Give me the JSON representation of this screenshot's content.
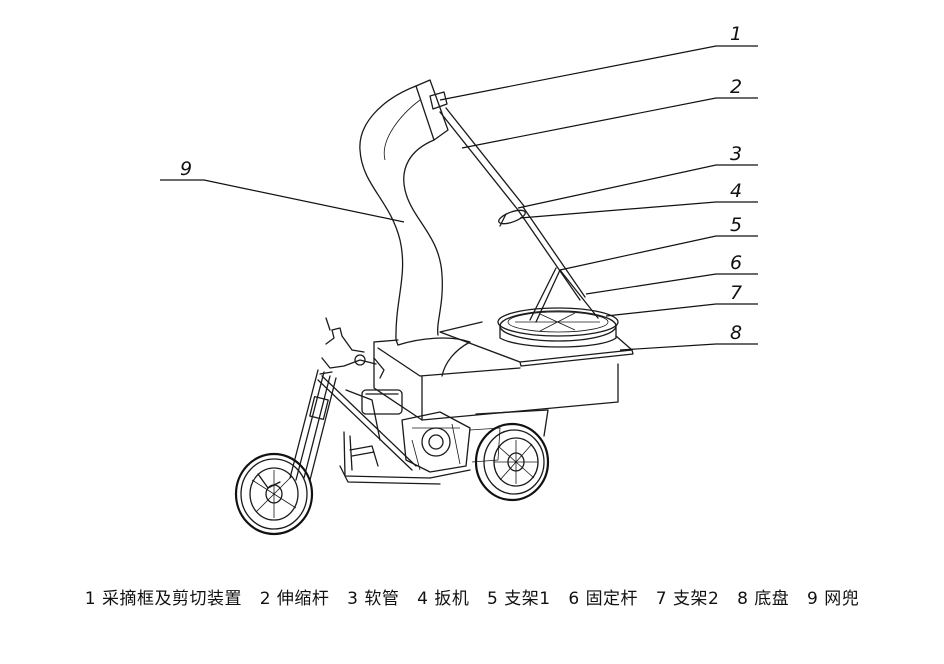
{
  "labels": [
    {
      "num": "1",
      "text": "采摘框及剪切装置"
    },
    {
      "num": "2",
      "text": "伸缩杆"
    },
    {
      "num": "3",
      "text": "软管"
    },
    {
      "num": "4",
      "text": "扳机"
    },
    {
      "num": "5",
      "text": "支架1"
    },
    {
      "num": "6",
      "text": "固定杆"
    },
    {
      "num": "7",
      "text": "支架2"
    },
    {
      "num": "8",
      "text": "底盘"
    },
    {
      "num": "9",
      "text": "网兜"
    }
  ]
}
